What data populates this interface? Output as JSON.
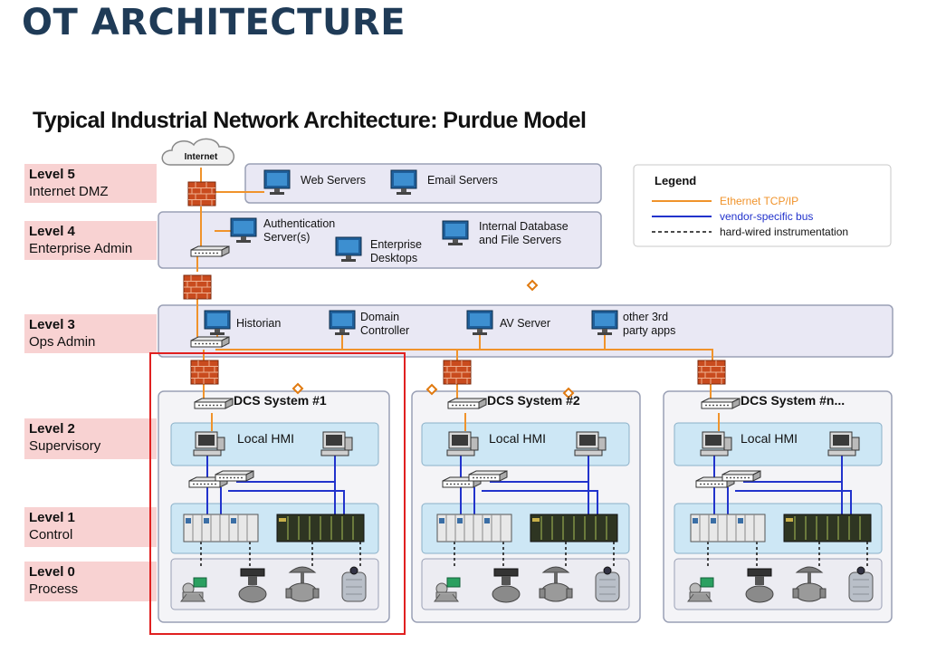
{
  "slide_title": "OT ARCHITECTURE",
  "diagram_title": "Typical Industrial Network Architecture: Purdue Model",
  "levels": [
    {
      "id": "Level 5",
      "name": "Internet DMZ"
    },
    {
      "id": "Level 4",
      "name": "Enterprise Admin"
    },
    {
      "id": "Level 3",
      "name": "Ops Admin"
    },
    {
      "id": "Level 2",
      "name": "Supervisory"
    },
    {
      "id": "Level 1",
      "name": "Control"
    },
    {
      "id": "Level 0",
      "name": "Process"
    }
  ],
  "internet_label": "Internet",
  "level5_nodes": [
    "Web Servers",
    "Email Servers"
  ],
  "level4_nodes": {
    "auth_line1": "Authentication",
    "auth_line2": "Server(s)",
    "desk_line1": "Enterprise",
    "desk_line2": "Desktops",
    "db_line1": "Internal Database",
    "db_line2": "and File Servers"
  },
  "level3_nodes": {
    "historian": "Historian",
    "domain_line1": "Domain",
    "domain_line2": "Controller",
    "av": "AV Server",
    "third_line1": "other 3rd",
    "third_line2": "party apps"
  },
  "dcs_systems": [
    "DCS System #1",
    "DCS System #2",
    "DCS System #n..."
  ],
  "hmi_label": "Local HMI",
  "legend": {
    "title": "Legend",
    "items": [
      {
        "label": "Ethernet TCP/IP",
        "color": "#f0932b",
        "style": "solid"
      },
      {
        "label": "vendor-specific bus",
        "color": "#2233cc",
        "style": "solid"
      },
      {
        "label": "hard-wired instrumentation",
        "color": "#111111",
        "style": "dashed"
      }
    ]
  },
  "colors": {
    "title": "#1f3b57",
    "level_label_bg": "#f8d2d2",
    "zone_bg": "#e9e8f4",
    "hmi_bg": "#cde7f5",
    "ethernet": "#f0932b",
    "vendor_bus": "#2233cc",
    "highlight": "#e02020"
  },
  "icons": [
    "internet-cloud-icon",
    "firewall-icon",
    "computer-monitor-icon",
    "network-switch-icon",
    "workstation-icon",
    "plc-rack-icon",
    "valve-icon",
    "pressure-gauge-icon",
    "tank-icon"
  ]
}
